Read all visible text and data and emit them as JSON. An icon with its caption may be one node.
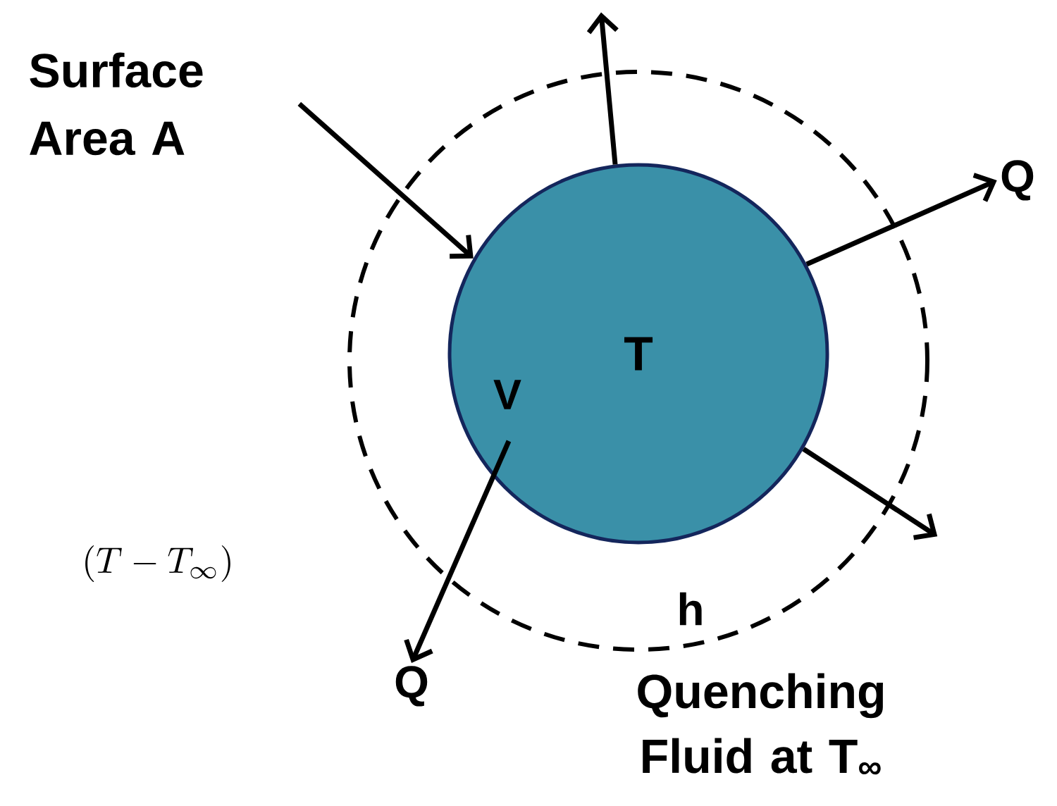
{
  "diagram": {
    "nodes": [
      {
        "text": [
          "T",
          "V"
        ]
      },
      {
        "text": [
          "Surface Area A"
        ]
      },
      {
        "text": [
          "Q"
        ]
      },
      {
        "text": [
          "Q"
        ]
      }
    ],
    "edges": [
      {
        "from": 1,
        "to": 0,
        "arrow": "to"
      },
      {
        "from": 0,
        "to": null,
        "arrow": "to"
      },
      {
        "from": 0,
        "to": 2,
        "arrow": "to"
      },
      {
        "from": 0,
        "to": null,
        "arrow": "to"
      },
      {
        "from": 0,
        "to": 3,
        "arrow": "to"
      }
    ],
    "labels": [
      "(T - T_{\\infty})",
      "h",
      "Quenching Fluid at T$_{∞}$"
    ]
  }
}
